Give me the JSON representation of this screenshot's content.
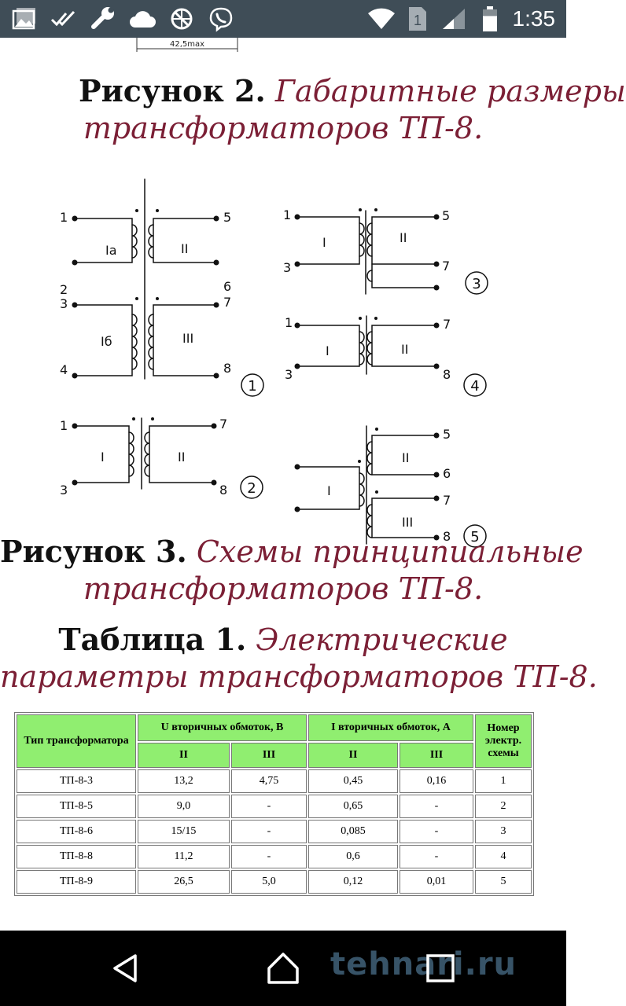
{
  "status_bar": {
    "time": "1:35",
    "battery_level": 0.7,
    "icons_left": [
      "gallery-icon",
      "double-check-icon",
      "wrench-icon",
      "cloud-icon",
      "blocked-globe-icon",
      "viber-icon"
    ],
    "icons_right": [
      "wifi-icon",
      "sim-1-icon",
      "signal-icon",
      "battery-icon"
    ],
    "sim_label": "1"
  },
  "top_crop": {
    "dimension_label": "42,5max"
  },
  "figure2": {
    "label": "Рисунок 2.",
    "caption_line1": "Габаритные размеры",
    "caption_line2": "трансформаторов ТП-8."
  },
  "figure3": {
    "label": "Рисунок 3.",
    "caption_line1": "Схемы принципиальные",
    "caption_line2": "трансформаторов ТП-8.",
    "schemes": [
      {
        "number": "1",
        "terminals": [
          "1",
          "2",
          "3",
          "4",
          "5",
          "6",
          "7",
          "8"
        ],
        "windings": [
          "Iа",
          "Iб",
          "II",
          "III"
        ]
      },
      {
        "number": "2",
        "terminals": [
          "1",
          "3",
          "7",
          "8"
        ],
        "windings": [
          "I",
          "II"
        ]
      },
      {
        "number": "3",
        "terminals": [
          "1",
          "3",
          "5",
          "7"
        ],
        "windings": [
          "I",
          "II"
        ]
      },
      {
        "number": "4",
        "terminals": [
          "1",
          "3",
          "7",
          "8"
        ],
        "windings": [
          "I",
          "II"
        ]
      },
      {
        "number": "5",
        "terminals": [
          "5",
          "6",
          "7",
          "8"
        ],
        "windings": [
          "I",
          "II",
          "III"
        ]
      }
    ]
  },
  "table1": {
    "label": "Таблица 1.",
    "caption_line1": "Электрические",
    "caption_line2": "параметры трансформаторов ТП-8.",
    "header": {
      "type": "Тип трансформатора",
      "u_group": "U вторичных обмоток, В",
      "i_group": "I вторичных обмоток, А",
      "scheme": "Номер электр. схемы",
      "u_sub": [
        "II",
        "III"
      ],
      "i_sub": [
        "II",
        "III"
      ]
    },
    "rows": [
      [
        "ТП-8-3",
        "13,2",
        "4,75",
        "0,45",
        "0,16",
        "1"
      ],
      [
        "ТП-8-5",
        "9,0",
        "-",
        "0,65",
        "-",
        "2"
      ],
      [
        "ТП-8-6",
        "15/15",
        "-",
        "0,085",
        "-",
        "3"
      ],
      [
        "ТП-8-8",
        "11,2",
        "-",
        "0,6",
        "-",
        "4"
      ],
      [
        "ТП-8-9",
        "26,5",
        "5,0",
        "0,12",
        "0,01",
        "5"
      ]
    ]
  },
  "nav_bar": {
    "watermark": "tehnari.ru"
  }
}
